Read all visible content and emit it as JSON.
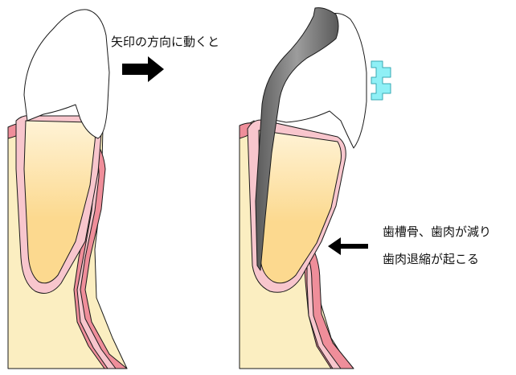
{
  "labels": {
    "movement_caption": "矢印の方向に動くと",
    "effect_line_1": "歯槽骨、歯肉が減り",
    "effect_line_2": "歯肉退縮が起こる"
  },
  "colors": {
    "background": "#ffffff",
    "outline": "#1a1a1a",
    "bone": "#fbeec1",
    "gum_outer": "#ef8e9a",
    "gum_light": "#f8c6cd",
    "root_light": "#fff3d6",
    "root_dark": "#fcd98f",
    "crown": "#ffffff",
    "metal_light": "#9c9c9c",
    "metal_dark": "#5a5a5a",
    "bracket": "#8ff0f6",
    "arrow": "#000000"
  },
  "icons": {
    "move_arrow": "arrow-right-icon",
    "pointer_arrow": "arrow-left-icon",
    "bracket": "orthodontic-bracket-icon"
  }
}
